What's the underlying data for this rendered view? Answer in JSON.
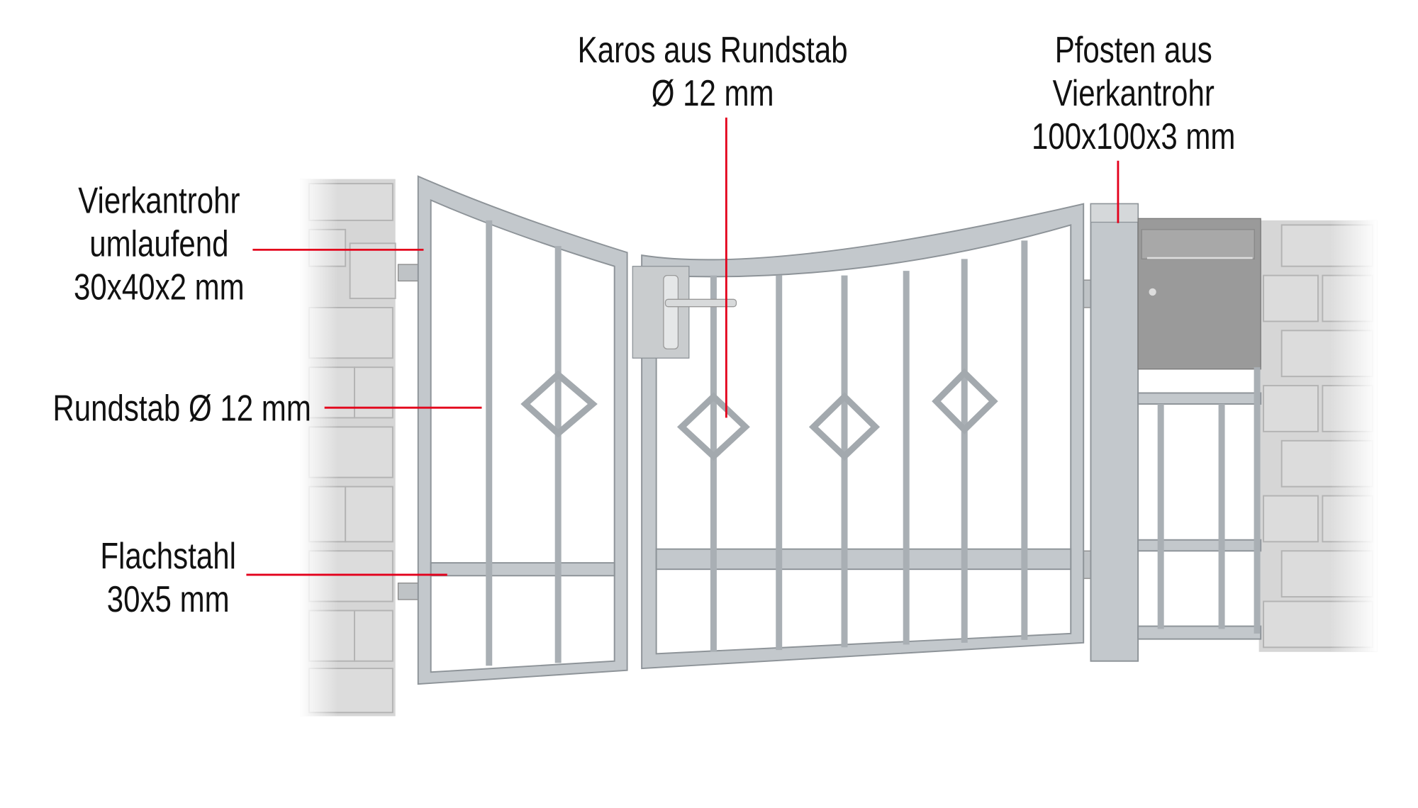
{
  "labels": {
    "frame": [
      "Vierkantrohr",
      "umlaufend",
      "30x40x2 mm"
    ],
    "rod": [
      "Rundstab Ø 12 mm"
    ],
    "flat": [
      "Flachstahl",
      "30x5 mm"
    ],
    "diamonds": [
      "Karos aus Rundstab",
      "Ø 12 mm"
    ],
    "post": [
      "Pfosten aus",
      "Vierkantrohr",
      "100x100x3 mm"
    ]
  },
  "colors": {
    "leader": "#e3001b",
    "steel": "#c3c8cc"
  }
}
